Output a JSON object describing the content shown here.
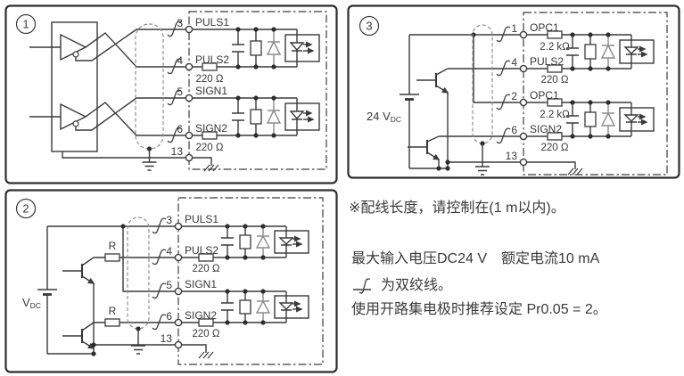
{
  "colors": {
    "line": "#3a3a3a",
    "diode_gray": "#8b8b8b",
    "background": "#ffffff"
  },
  "circuit1": {
    "number": "1",
    "pins": [
      {
        "no": "3",
        "name": "PULS1"
      },
      {
        "no": "4",
        "name": "PULS2",
        "resistor": "220 Ω"
      },
      {
        "no": "5",
        "name": "SIGN1"
      },
      {
        "no": "6",
        "name": "SIGN2",
        "resistor": "220 Ω"
      },
      {
        "no": "13",
        "name": ""
      }
    ]
  },
  "circuit2": {
    "number": "2",
    "supply": {
      "label": "V",
      "sub": "DC"
    },
    "resistor_labels": [
      "R",
      "R"
    ],
    "pins": [
      {
        "no": "3",
        "name": "PULS1"
      },
      {
        "no": "4",
        "name": "PULS2",
        "resistor": "220 Ω"
      },
      {
        "no": "5",
        "name": "SIGN1"
      },
      {
        "no": "6",
        "name": "SIGN2",
        "resistor": "220 Ω"
      },
      {
        "no": "13",
        "name": ""
      }
    ]
  },
  "circuit3": {
    "number": "3",
    "supply": {
      "label": "24 V",
      "sub": "DC"
    },
    "pins": [
      {
        "no": "1",
        "name": "OPC1",
        "resistor": "2.2 kΩ"
      },
      {
        "no": "4",
        "name": "PULS2",
        "resistor": "220 Ω"
      },
      {
        "no": "2",
        "name": "OPC1",
        "resistor": "2.2 kΩ"
      },
      {
        "no": "6",
        "name": "SIGN2",
        "resistor": "220 Ω"
      },
      {
        "no": "13",
        "name": ""
      }
    ]
  },
  "notes": {
    "wiring_length": "※配线长度，请控制在(1 m以内)。",
    "max_input": "最大输入电压DC24 V　额定电流10 mA",
    "twisted_pair": "为双绞线。",
    "open_collector": "使用开路集电极时推荐设定 Pr0.05 = 2。"
  }
}
